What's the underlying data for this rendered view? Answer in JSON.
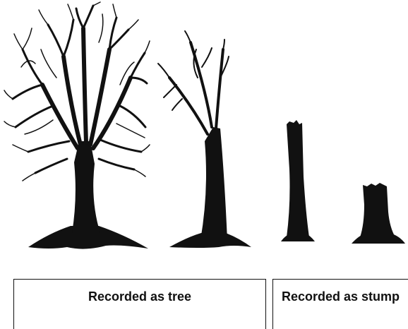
{
  "labels": {
    "tree": "Recorded as tree",
    "stump": "Recorded as stump"
  },
  "illustration": {
    "items": [
      {
        "name": "full-crowned tree",
        "color": "#111111"
      },
      {
        "name": "broken-top tree",
        "color": "#111111"
      },
      {
        "name": "tall snag",
        "color": "#111111"
      },
      {
        "name": "short stump",
        "color": "#111111"
      }
    ]
  }
}
